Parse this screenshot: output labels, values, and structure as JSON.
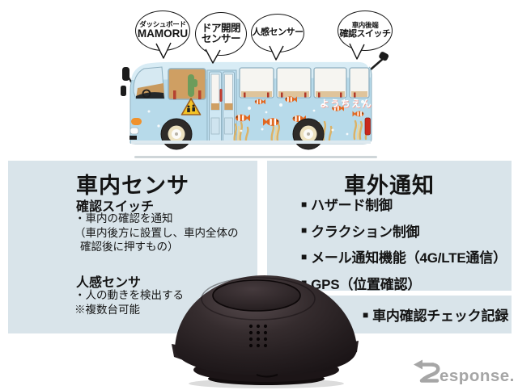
{
  "callouts": [
    {
      "small": "ダッシュボード",
      "main": "MAMORU"
    },
    {
      "main": "ドア開閉",
      "main2": "センサー"
    },
    {
      "main": "人感センサー"
    },
    {
      "small": "車内後端",
      "main": "確認スイッチ"
    }
  ],
  "bus": {
    "label": "ようちえん"
  },
  "left_panel": {
    "title": "車内センサ",
    "sections": [
      {
        "heading": "確認スイッチ",
        "lines": [
          "・車内の確認を通知",
          "（車内後方に設置し、車内全体の",
          "確認後に押すもの）"
        ]
      },
      {
        "heading": "人感センサ",
        "lines": [
          "・人の動きを検出する",
          "※複数台可能"
        ]
      }
    ]
  },
  "right_panel": {
    "title": "車外通知",
    "bullet_char": "■",
    "items": [
      "ハザード制御",
      "クラクション制御",
      "メール通知機能（4G/LTE通信）",
      "GPS（位置確認）"
    ]
  },
  "record_band": {
    "bullet_char": "■",
    "label": "車内確認チェック記録"
  },
  "watermark": {
    "text": "esponse."
  },
  "colors": {
    "panel_bg": "#d9e4ea",
    "bus_body": "#b7daea",
    "device_body": "#241d1f",
    "fish_orange": "#e2671f",
    "watermark_gray": "#a6a6a6"
  }
}
